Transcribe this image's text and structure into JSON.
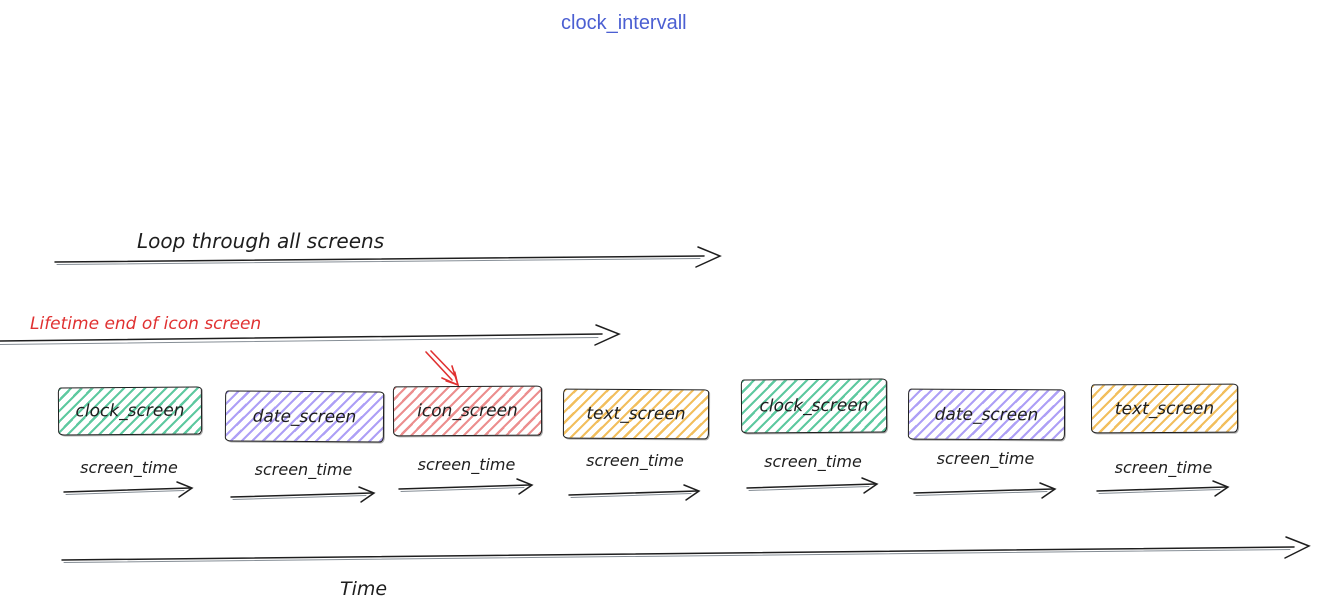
{
  "title": {
    "text": "clock_intervall"
  },
  "annotations": {
    "loop_label": "Loop through all screens",
    "lifetime_label": "Lifetime end of icon screen",
    "screen_time_label": "screen_time",
    "time_label": "Time"
  },
  "colors": {
    "title": "#4b5fd2",
    "annotation_red": "#e03131",
    "ink": "#1e1e1e",
    "green_hatch": "#5ec9a0",
    "purple_hatch": "#aea0f6",
    "red_hatch": "#ec8f8f",
    "yellow_hatch": "#f2bf5e"
  },
  "screens": [
    {
      "label": "clock_screen",
      "color": "green"
    },
    {
      "label": "date_screen",
      "color": "purple"
    },
    {
      "label": "icon_screen",
      "color": "red",
      "pointed_by_red_arrow": true
    },
    {
      "label": "text_screen",
      "color": "yellow"
    },
    {
      "label": "clock_screen",
      "color": "green"
    },
    {
      "label": "date_screen",
      "color": "purple"
    },
    {
      "label": "text_screen",
      "color": "yellow"
    }
  ]
}
